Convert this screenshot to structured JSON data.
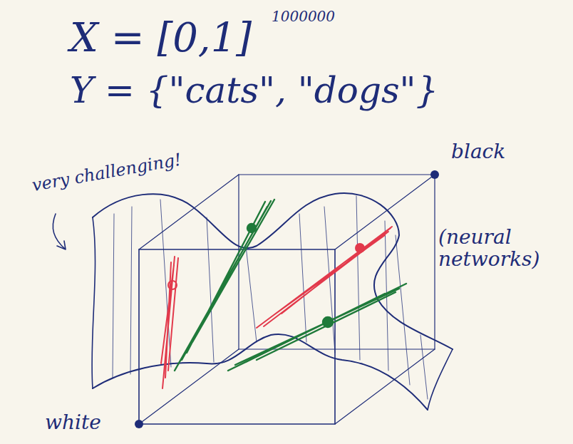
{
  "diagram": {
    "labels": [
      "X = [0,1]",
      "1000000",
      "Y = {\"cats\", \"dogs\"}",
      "black",
      "very challenging!",
      "(neural networks)",
      "white"
    ]
  }
}
